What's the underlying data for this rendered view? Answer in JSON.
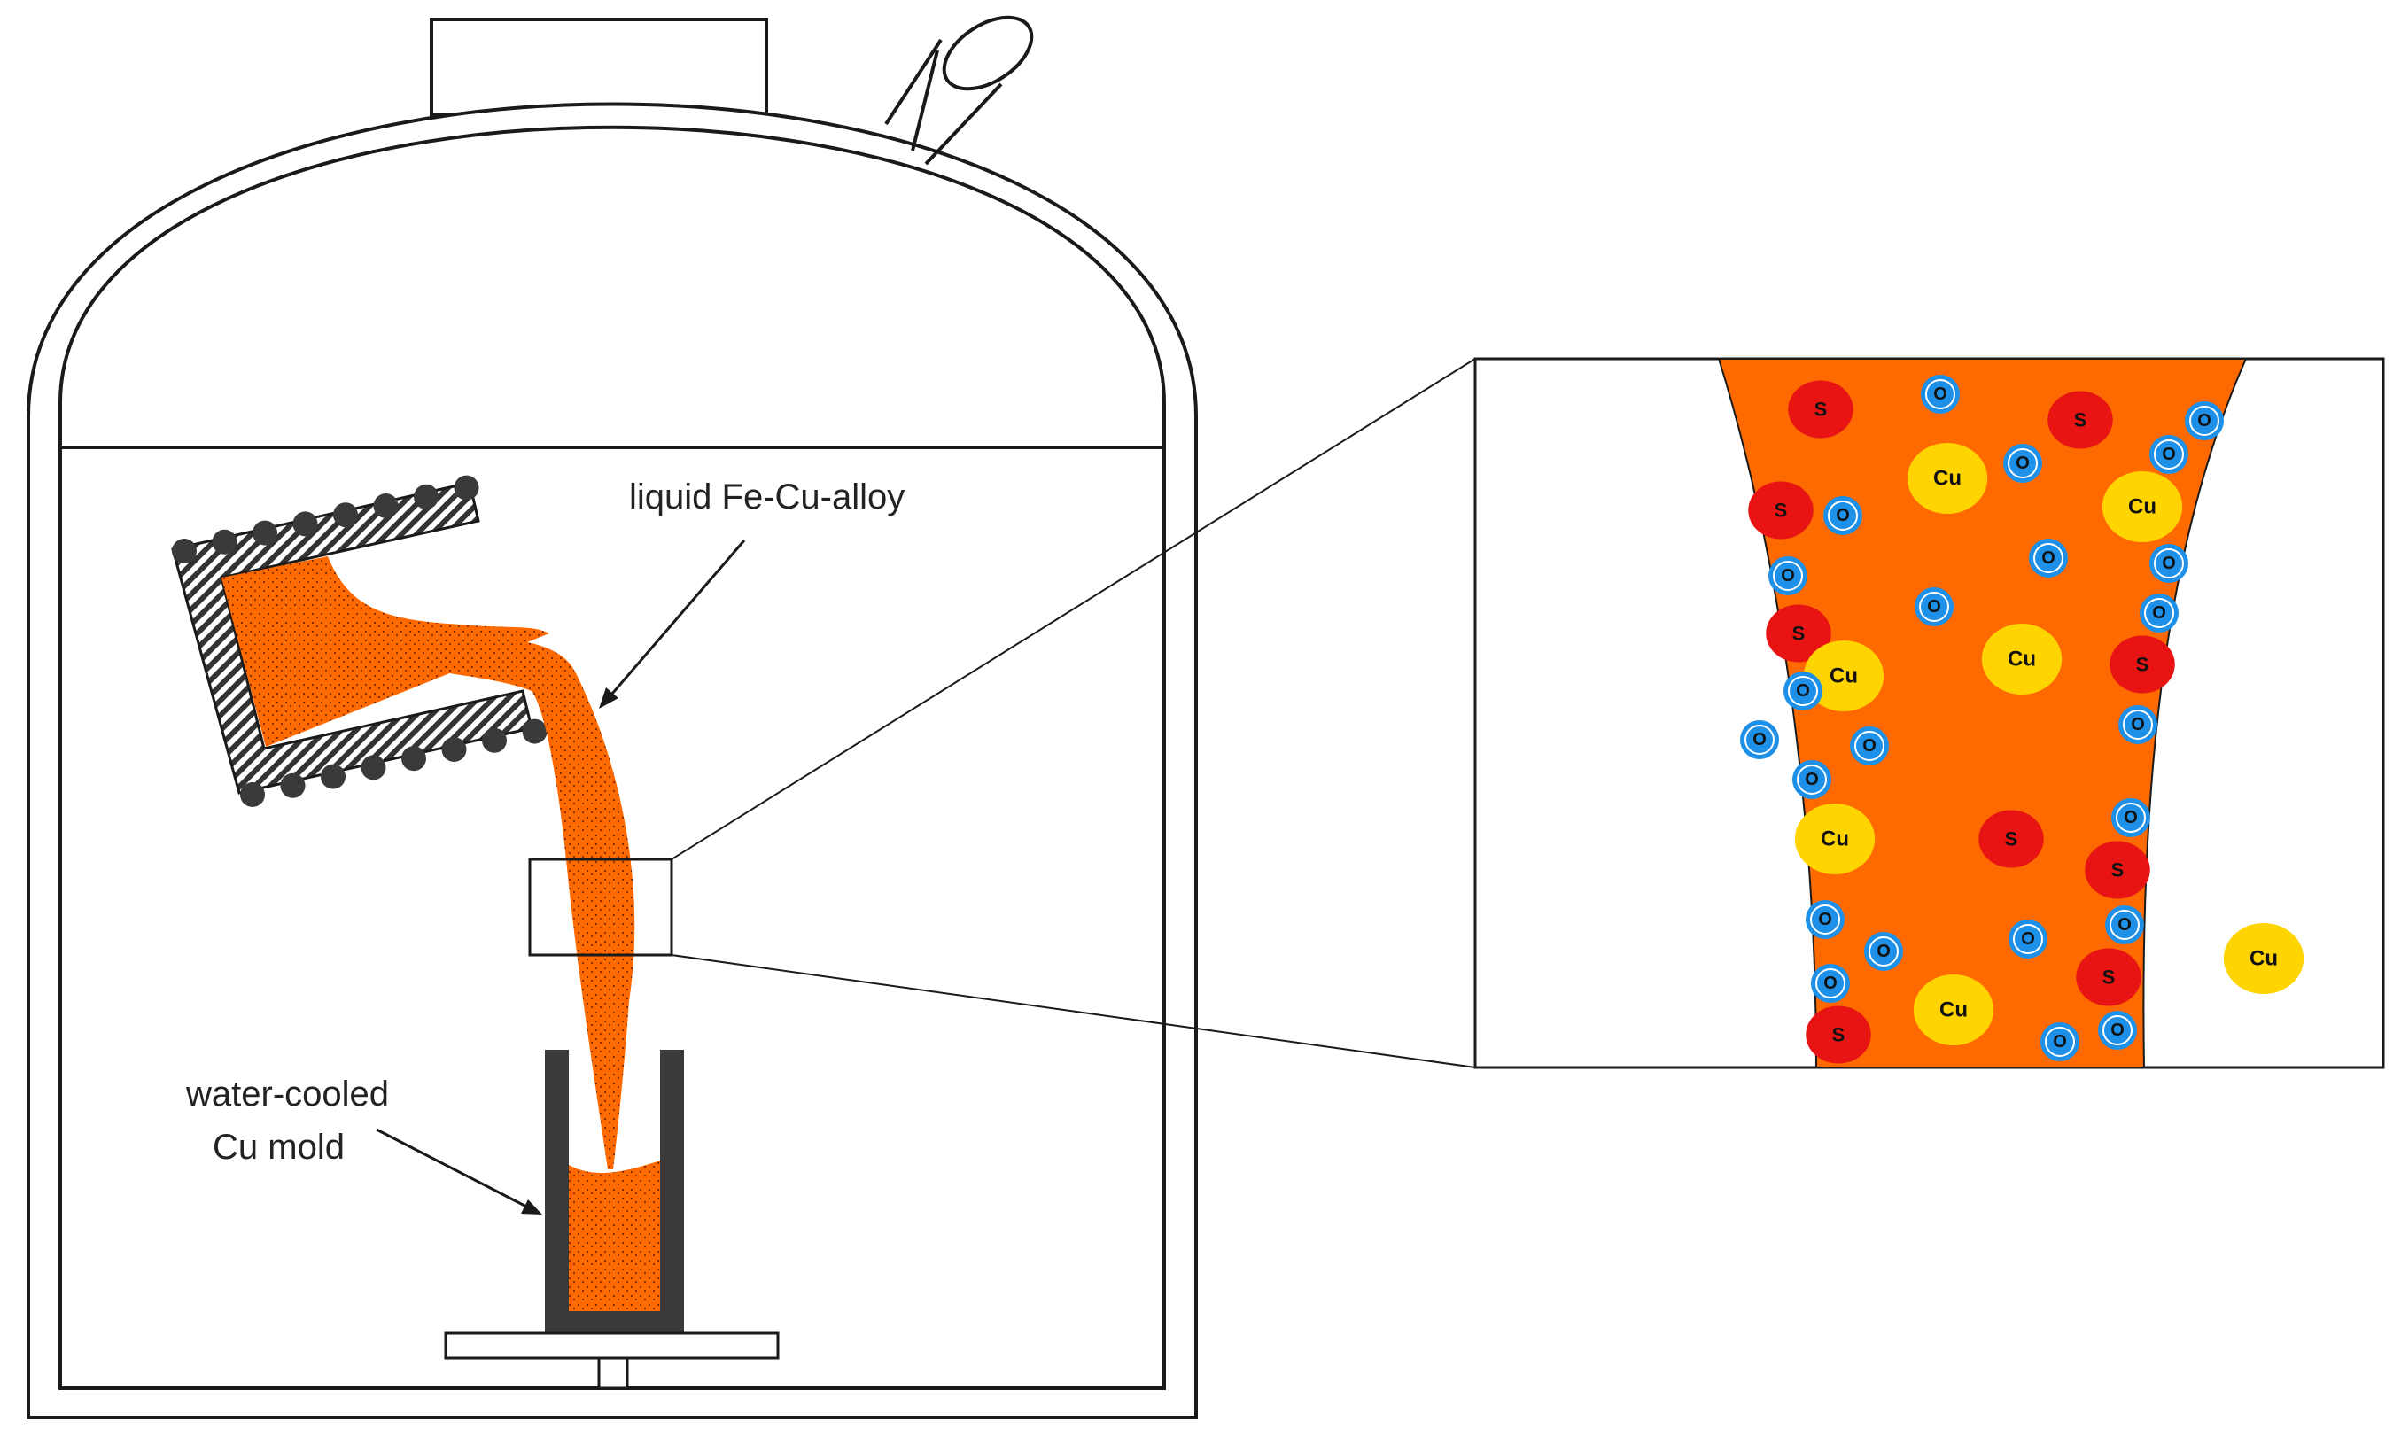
{
  "labels": {
    "liquid_alloy": "liquid Fe-Cu-alloy",
    "mold_line1": "water-cooled",
    "mold_line2": "Cu mold"
  },
  "particle_labels": {
    "sulfur": "S",
    "oxygen": "O",
    "copper": "Cu"
  },
  "colors": {
    "melt": "#ff6a00",
    "sulfur": "#e81414",
    "oxygen": "#1e90e8",
    "copper": "#ffd400",
    "mold": "#3a3a3a",
    "outline": "#1a1a1a"
  }
}
